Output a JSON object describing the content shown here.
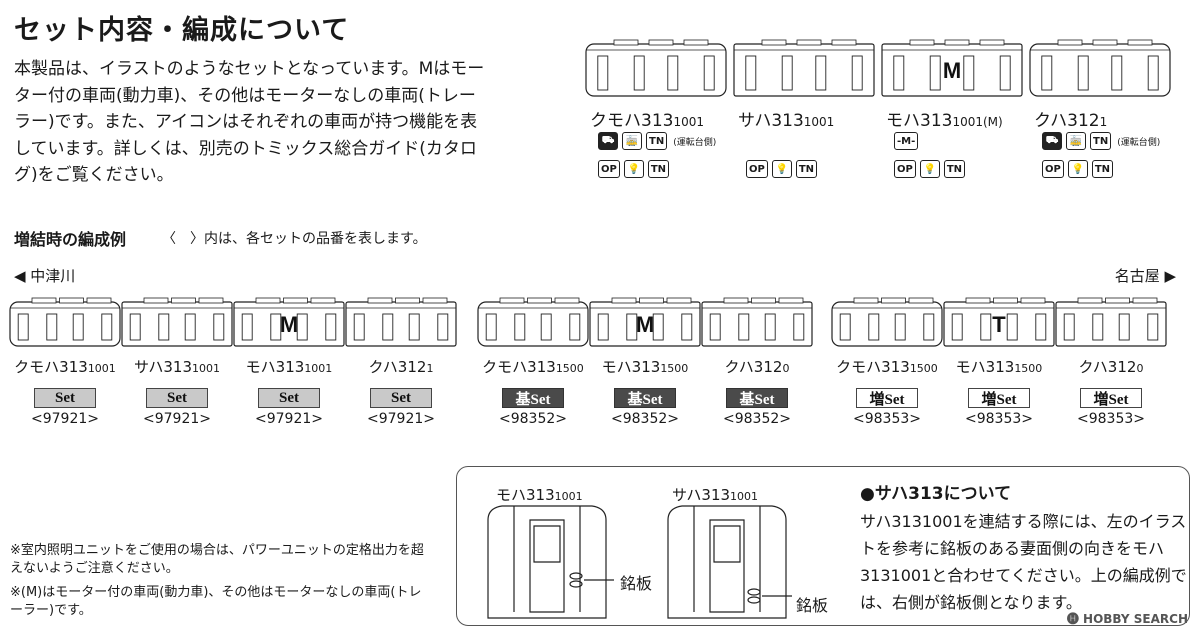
{
  "title": "セット内容・編成について",
  "intro": "本製品は、イラストのようなセットとなっています。Mはモーター付の車両(動力車)、その他はモーターなしの車両(トレーラー)です。また、アイコンはそれぞれの車両が持つ機能を表しています。詳しくは、別売のトミックス総合ガイド(カタログ)をご覧ください。",
  "set_cars": [
    {
      "name": "クモハ313",
      "num": "1001",
      "mark": "",
      "icons_row1": [
        "⛟",
        "🚋",
        "TN"
      ],
      "icons_row1_note": "(運転台側)",
      "icons_row2": [
        "OP",
        "💡",
        "TN"
      ]
    },
    {
      "name": "サハ313",
      "num": "1001",
      "mark": "",
      "icons_row1": [],
      "icons_row1_note": "",
      "icons_row2": [
        "OP",
        "💡",
        "TN"
      ]
    },
    {
      "name": "モハ313",
      "num": "1001(M)",
      "mark": "M",
      "icons_row1": [
        "-M-"
      ],
      "icons_row1_note": "",
      "icons_row2": [
        "OP",
        "💡",
        "TN"
      ]
    },
    {
      "name": "クハ312",
      "num": "1",
      "mark": "",
      "icons_row1": [
        "⛟",
        "🚋",
        "TN"
      ],
      "icons_row1_note": "(運転台側)",
      "icons_row2": [
        "OP",
        "💡",
        "TN"
      ]
    }
  ],
  "formation": {
    "title": "増結時の編成例",
    "note": "〈　〉内は、各セットの品番を表します。",
    "left_dir": "◀ 中津川",
    "right_dir": "名古屋 ▶",
    "cars": [
      {
        "name": "クモハ313",
        "num": "1001",
        "mark": "",
        "badge": "Set",
        "style": "gray",
        "code": "<97921>"
      },
      {
        "name": "サハ313",
        "num": "1001",
        "mark": "",
        "badge": "Set",
        "style": "gray",
        "code": "<97921>"
      },
      {
        "name": "モハ313",
        "num": "1001",
        "mark": "M",
        "badge": "Set",
        "style": "gray",
        "code": "<97921>"
      },
      {
        "name": "クハ312",
        "num": "1",
        "mark": "",
        "badge": "Set",
        "style": "gray",
        "code": "<97921>"
      },
      {
        "name": "クモハ313",
        "num": "1500",
        "mark": "",
        "badge": "基Set",
        "style": "dark",
        "code": "<98352>"
      },
      {
        "name": "モハ313",
        "num": "1500",
        "mark": "M",
        "badge": "基Set",
        "style": "dark",
        "code": "<98352>"
      },
      {
        "name": "クハ312",
        "num": "0",
        "mark": "",
        "badge": "基Set",
        "style": "dark",
        "code": "<98352>"
      },
      {
        "name": "クモハ313",
        "num": "1500",
        "mark": "",
        "badge": "増Set",
        "style": "white",
        "code": "<98353>"
      },
      {
        "name": "モハ313",
        "num": "1500",
        "mark": "T",
        "badge": "増Set",
        "style": "white",
        "code": "<98353>"
      },
      {
        "name": "クハ312",
        "num": "0",
        "mark": "",
        "badge": "増Set",
        "style": "white",
        "code": "<98353>"
      }
    ]
  },
  "footnotes": [
    "※室内照明ユニットをご使用の場合は、パワーユニットの定格出力を超えないようご注意ください。",
    "※(M)はモーター付の車両(動力車)、その他はモーターなしの車両(トレーラー)です。"
  ],
  "box": {
    "car1_label": "モハ313",
    "car1_num": "1001",
    "car2_label": "サハ313",
    "car2_num": "1001",
    "plate_label": "銘板",
    "title": "●サハ313について",
    "text": "サハ3131001を連結する際には、左のイラストを参考に銘板のある妻面側の向きをモハ3131001と合わせてください。上の編成例では、右側が銘板側となります。"
  },
  "watermark": "🅗 HOBBY SEARCH"
}
